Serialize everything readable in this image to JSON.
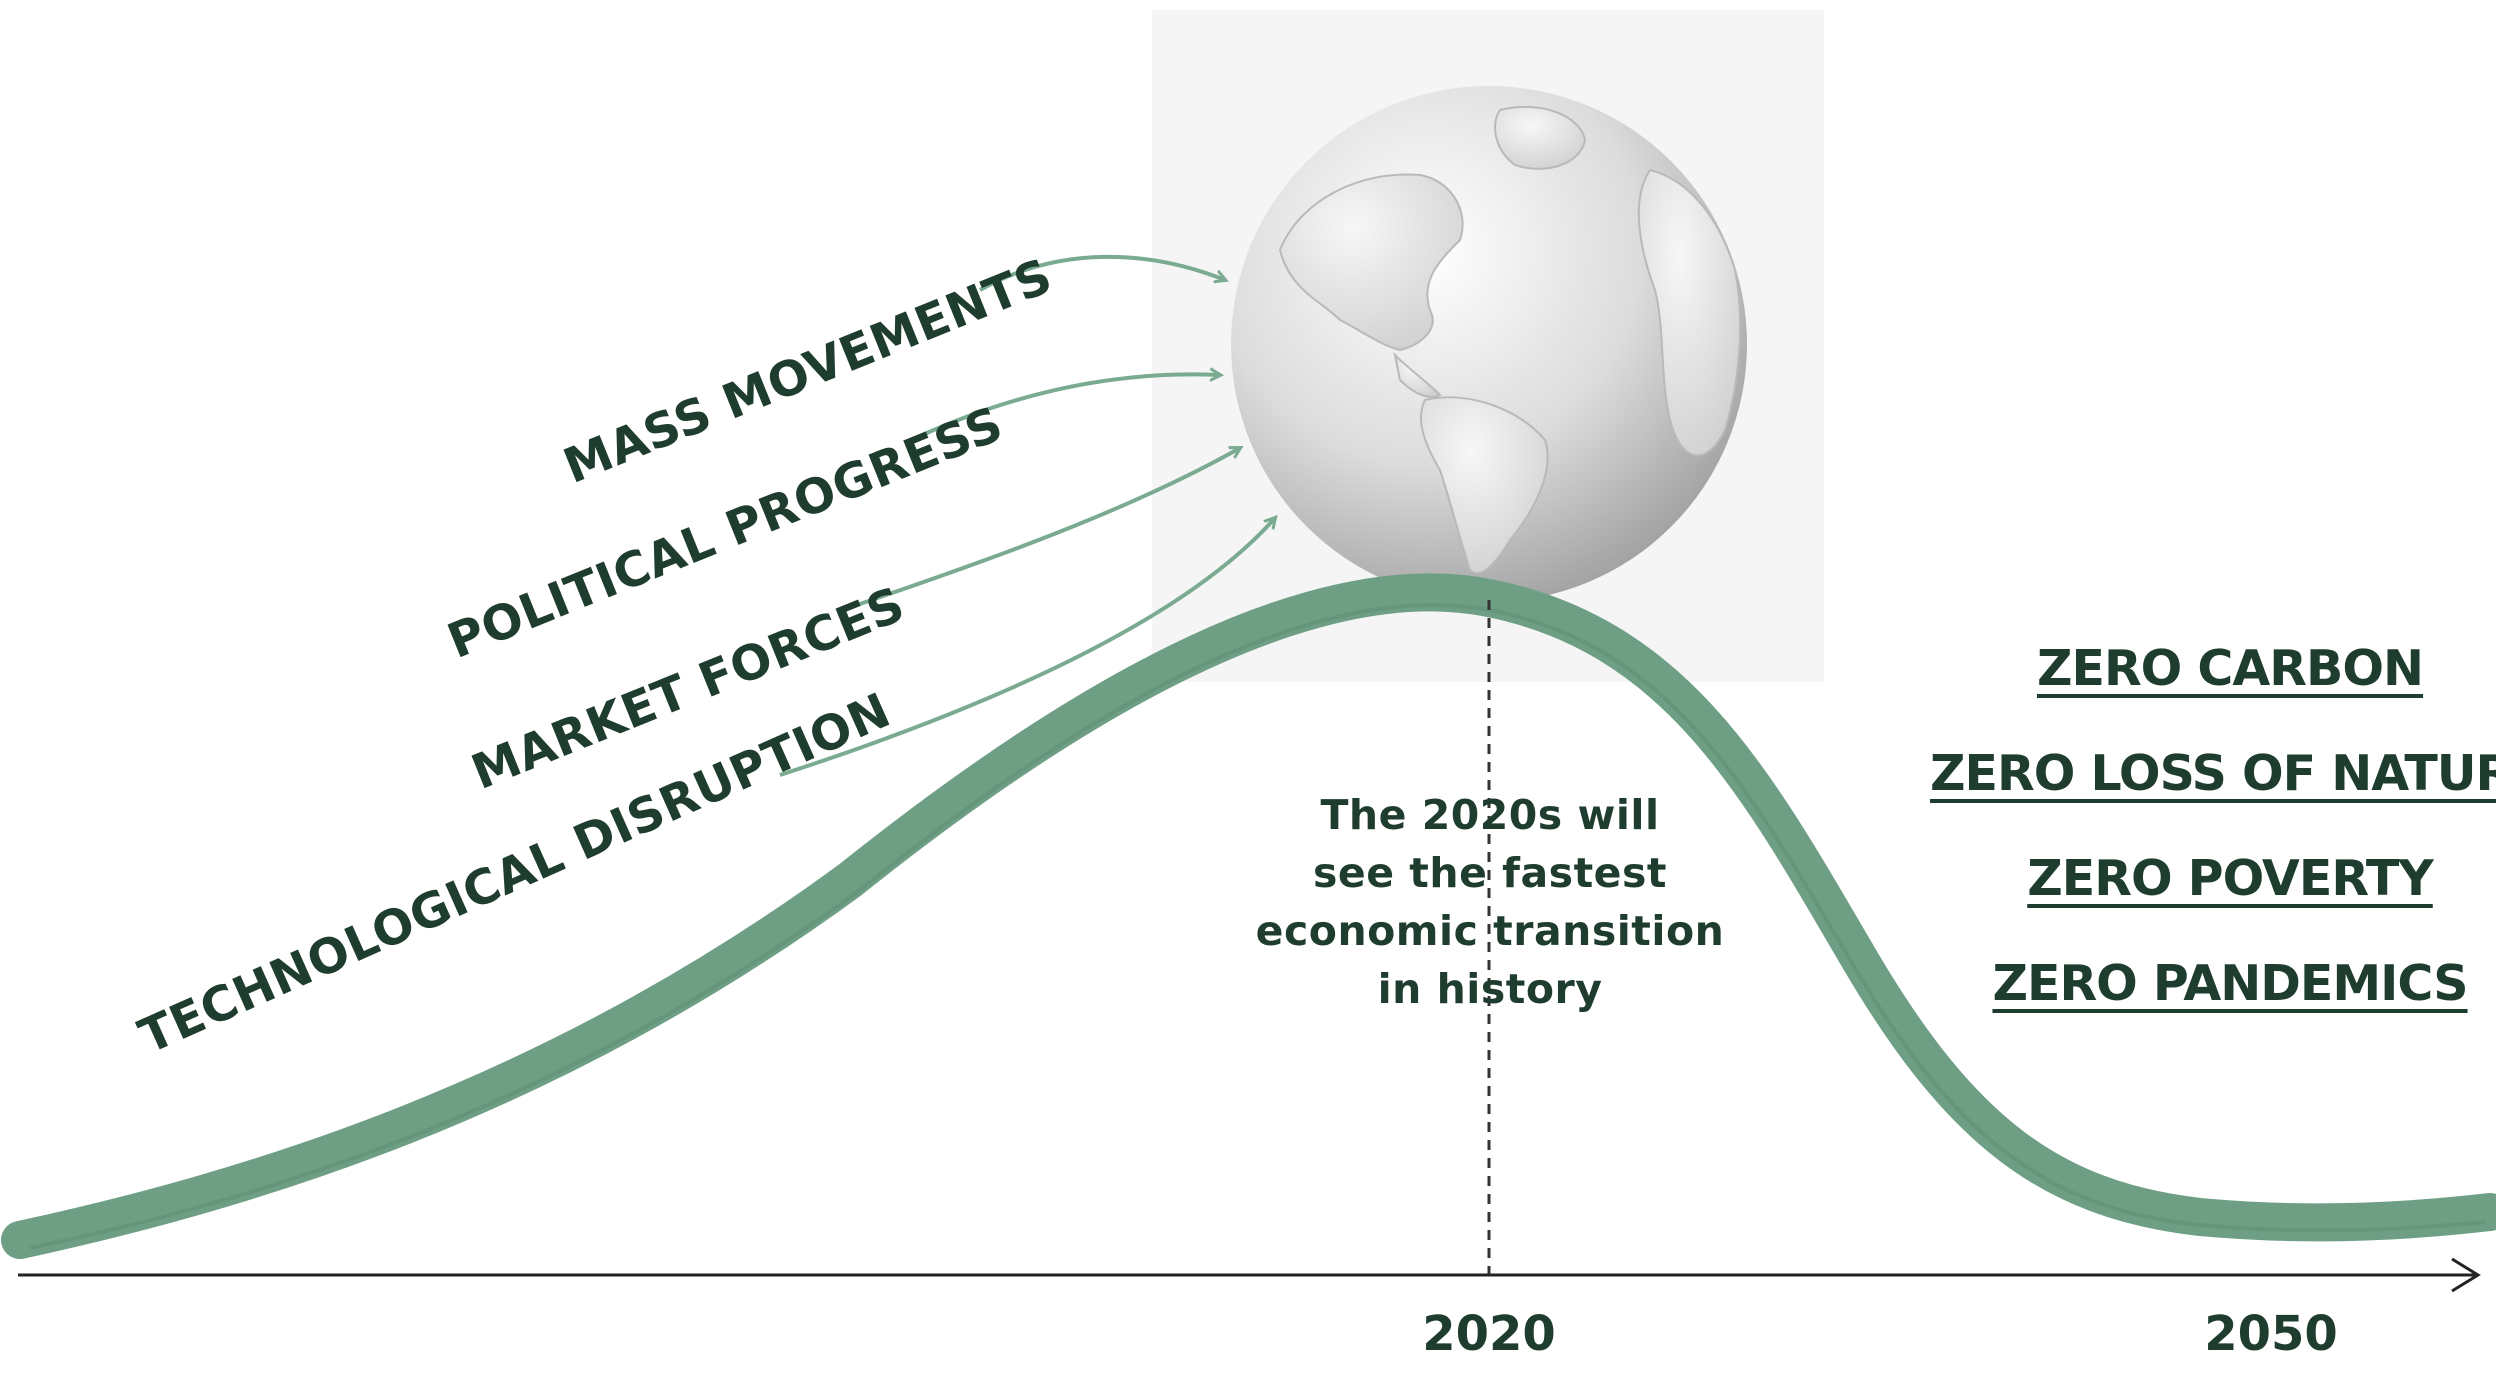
{
  "drivers": {
    "mass_movements": "MASS MOVEMENTS",
    "political_progress": "POLITICAL PROGRESS",
    "market_forces": "MARKET FORCES",
    "technological_disruption": "TECHNOLOGICAL DISRUPTION"
  },
  "goals": [
    "ZERO CARBON",
    "ZERO LOSS OF NATURE",
    "ZERO POVERTY",
    "ZERO PANDEMICS"
  ],
  "annotation": {
    "line1": "The 2020s will",
    "line2": "see the fastest",
    "line3": "economic transition",
    "line4": "in history"
  },
  "timeline": {
    "year_2020": "2020",
    "year_2050": "2050"
  },
  "colors": {
    "curve": "#6e9f84",
    "text": "#1f3d2e",
    "arrow": "#7aab90",
    "axis": "#222222"
  },
  "icons": {
    "globe": "globe-icon",
    "axis_arrowhead": "arrow-right-icon"
  }
}
